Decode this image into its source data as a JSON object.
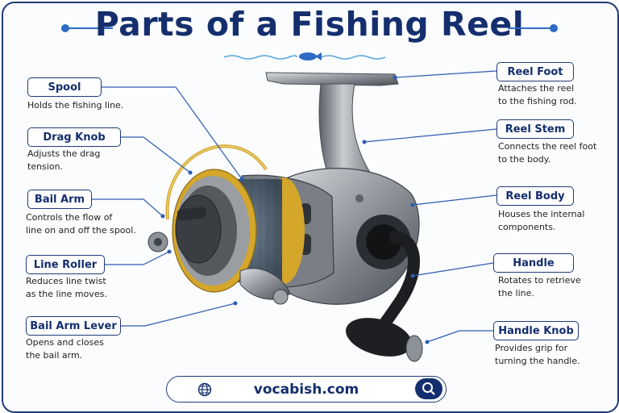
{
  "title": "Parts of a Fishing Reel",
  "parts": [
    {
      "name": "Spool",
      "desc": [
        "Holds the fishing line."
      ]
    },
    {
      "name": "Drag Knob",
      "desc": [
        "Adjusts the drag",
        "tension."
      ]
    },
    {
      "name": "Bail Arm",
      "desc": [
        "Controls the flow of",
        "line on and off the spool."
      ]
    },
    {
      "name": "Line Roller",
      "desc": [
        "Reduces line twist",
        "as the line moves."
      ]
    },
    {
      "name": "Bail Arm Lever",
      "desc": [
        "Opens and closes",
        "the bail arm."
      ]
    },
    {
      "name": "Reel Foot",
      "desc": [
        "Attaches the reel",
        "to the fishing rod."
      ]
    },
    {
      "name": "Reel Stem",
      "desc": [
        "Connects the reel foot",
        "to the body."
      ]
    },
    {
      "name": "Reel Body",
      "desc": [
        "Houses the internal",
        "components."
      ]
    },
    {
      "name": "Handle",
      "desc": [
        "Rotates to retrieve",
        "the line."
      ]
    },
    {
      "name": "Handle Knob",
      "desc": [
        "Provides grip for",
        "turning the handle."
      ]
    }
  ],
  "footer": {
    "website": "vocabish.com",
    "left_icon": "globe-icon",
    "right_icon": "search-icon"
  },
  "colors": {
    "navy": "#142e6e",
    "accent_blue": "#2d6bc5",
    "gold": "#d4a62a",
    "metal": "#8d9298"
  }
}
